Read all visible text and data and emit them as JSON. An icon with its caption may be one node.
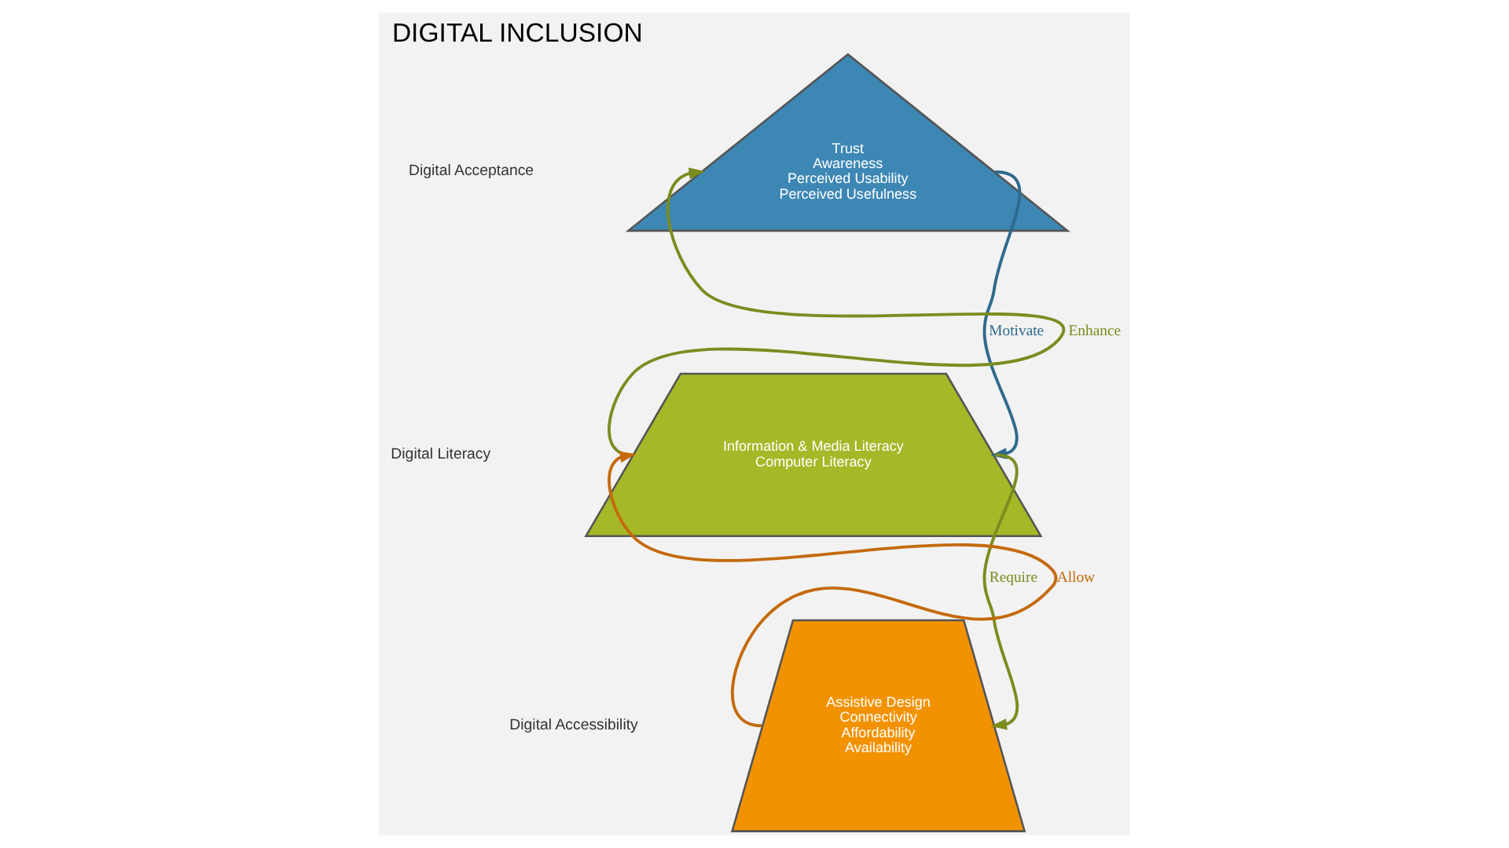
{
  "diagram": {
    "title": "DIGITAL INCLUSION",
    "nodes": [
      {
        "text": [
          "Trust",
          "Awareness",
          "Perceived Usability",
          "Perceived Usefulness"
        ]
      },
      {
        "text": [
          "Information & Media Literacy",
          "Computer Literacy"
        ]
      },
      {
        "text": [
          "Assistive Design",
          "Connectivity",
          "Affordability",
          "Availability"
        ]
      }
    ],
    "edges": [
      {
        "from": 1,
        "to": 0,
        "arrow": "to",
        "label": "Enhance",
        "color": "#7b8c1f"
      },
      {
        "from": 0,
        "to": 1,
        "arrow": "to",
        "label": "Motivate",
        "color": "#2f6a8c"
      },
      {
        "from": 2,
        "to": 1,
        "arrow": "to",
        "label": "Allow",
        "color": "#c46a0c"
      },
      {
        "from": 1,
        "to": 2,
        "arrow": "to",
        "label": "Require",
        "color": "#7b8c1f"
      }
    ],
    "labels": [
      "Digital Acceptance",
      "Digital Literacy",
      "Digital Accessibility"
    ]
  }
}
